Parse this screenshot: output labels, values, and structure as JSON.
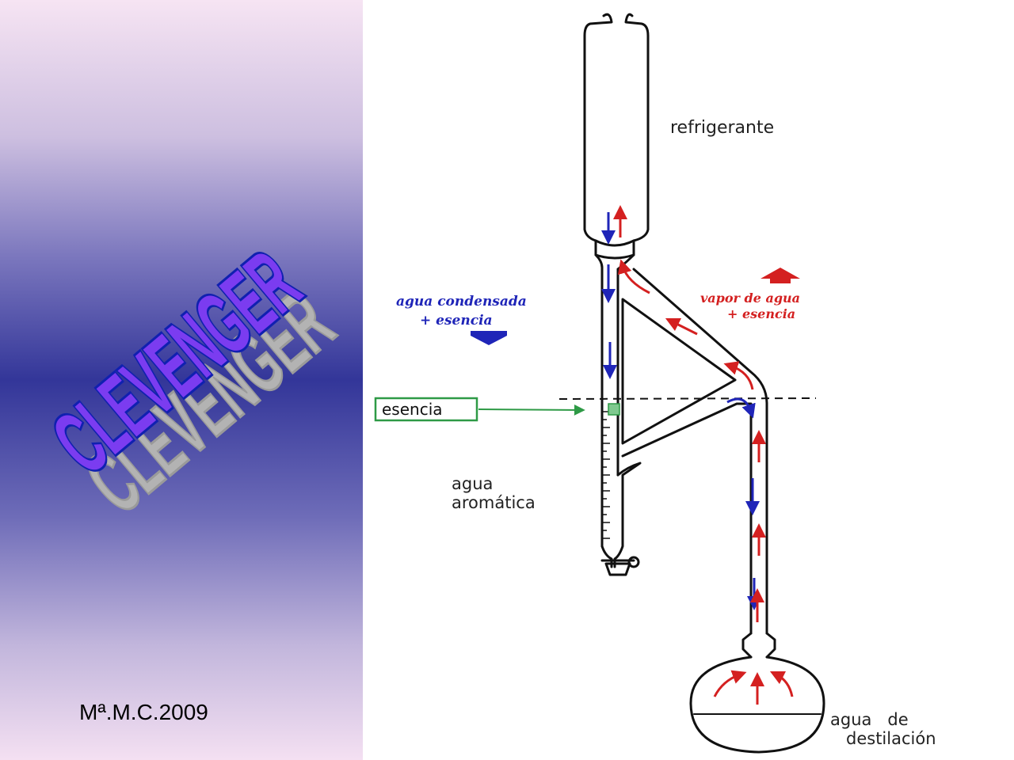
{
  "title": "CLEVENGER",
  "credit": "Mª.M.C.2009",
  "labels": {
    "refrigerante": "refrigerante",
    "agua_condensada_1": "agua condensada",
    "agua_condensada_2": "+ esencia",
    "vapor_1": "vapor de agua",
    "vapor_2": "+ esencia",
    "esencia": "esencia",
    "agua_aromatica_1": "agua",
    "agua_aromatica_2": "aromática",
    "agua_destilacion_1": "agua   de",
    "agua_destilacion_2": "destilación"
  },
  "colors": {
    "condensed": "#1f25b8",
    "vapor": "#d42020",
    "essence": "#2e9a46",
    "title_fill": "#7b3cf0",
    "title_shadow": "#b3b3b3"
  }
}
